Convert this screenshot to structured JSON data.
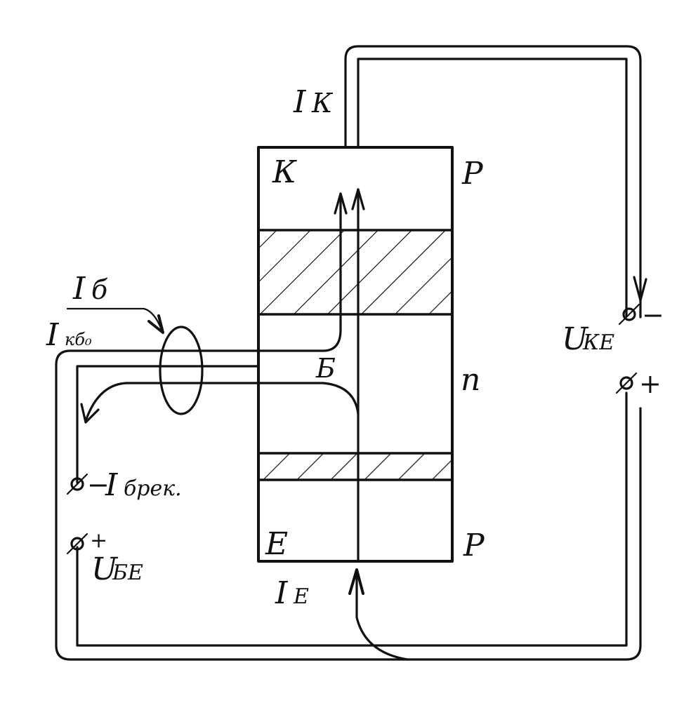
{
  "diagram": {
    "regions": {
      "collector_letter": "К",
      "collector_type": "P",
      "base_letter": "Б",
      "base_type": "n",
      "emitter_letter": "Е",
      "emitter_type": "P"
    },
    "currents": {
      "collector_main": "I",
      "collector_sub": "К",
      "base_main": "I",
      "base_sub": "б",
      "kb0_main": "I",
      "kb0_sub": "кб₀",
      "emitter_main": "I",
      "emitter_sub": "Е",
      "recomb_main": "I",
      "recomb_sub": "брек.",
      "recomb_sign": "−"
    },
    "voltages": {
      "uke_main": "U",
      "uke_sub": "КЕ",
      "ube_main": "U",
      "ube_sub": "БЕ"
    },
    "terminals": {
      "uke_minus": "−",
      "uke_plus": "+",
      "ube_plus": "+"
    }
  }
}
